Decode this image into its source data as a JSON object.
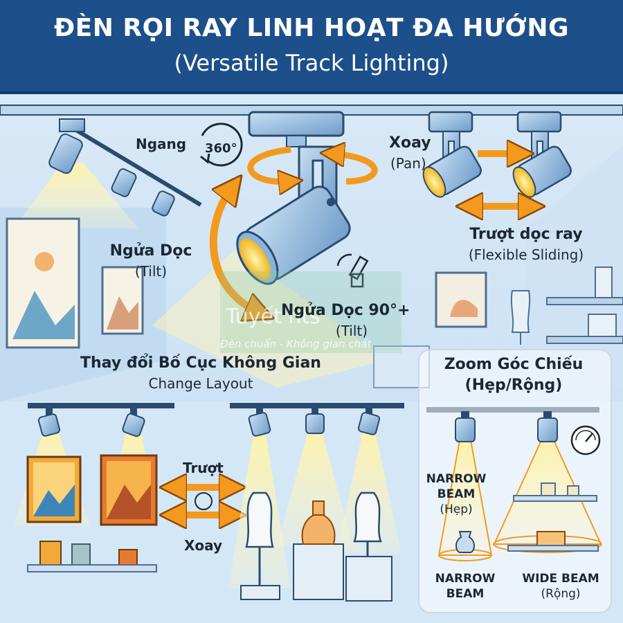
{
  "header": {
    "title": "ĐÈN RỌI RAY LINH HOẠT ĐA HƯỚNG",
    "subtitle": "(Versatile Track Lighting)"
  },
  "rotation": {
    "horizontal_label": "Ngang",
    "degrees_badge": "360°",
    "pan_label": "Xoay",
    "pan_sub": "(Pan)"
  },
  "tilt_left": {
    "label": "Ngửa Dọc",
    "sub": "(Tilt)"
  },
  "tilt_right": {
    "label": "Ngửa Dọc 90°+",
    "sub": "(Tilt)"
  },
  "sliding": {
    "label": "Trượt dọc ray",
    "sub": "(Flexible Sliding)"
  },
  "layout": {
    "label": "Thay đổi Bố Cục Không Gian",
    "sub": "Change Layout"
  },
  "slide_rotate": {
    "slide": "Trượt",
    "rotate": "Xoay"
  },
  "zoom": {
    "title_line1": "Zoom Góc Chiếu",
    "title_line2": "(Hẹp/Rộng)",
    "narrow_line1": "NARROW",
    "narrow_line2": "BEAM",
    "narrow_sub": "(Hẹp)",
    "bottom_narrow_line1": "NARROW",
    "bottom_narrow_line2": "BEAM",
    "wide_line1": "WIDE BEAM",
    "wide_sub": "(Rộng)"
  },
  "watermark": {
    "brand": "Tuyết        hts",
    "tagline": "Đèn chuẩn - Không gian chất"
  },
  "colors": {
    "header_bg": "#1d4f8a",
    "wall": "#cfe3f5",
    "fixture": "#9cc3e6",
    "arrow_orange": "#f39a1e",
    "light_beam": "#ffe89a"
  }
}
